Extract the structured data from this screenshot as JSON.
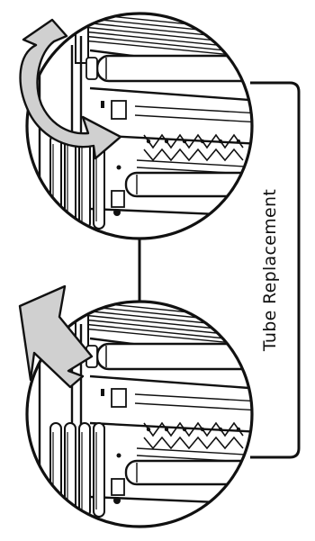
{
  "figure": {
    "caption": "Tube Replacement",
    "panels": [
      {
        "name": "rotate-tube-step",
        "arrow": "curved-rotation-arrow"
      },
      {
        "name": "pull-out-tube-step",
        "arrow": "pull-out-arrow"
      }
    ],
    "colors": {
      "line": "#111111",
      "arrow_fill": "#d0d0d0",
      "background": "#ffffff"
    }
  }
}
